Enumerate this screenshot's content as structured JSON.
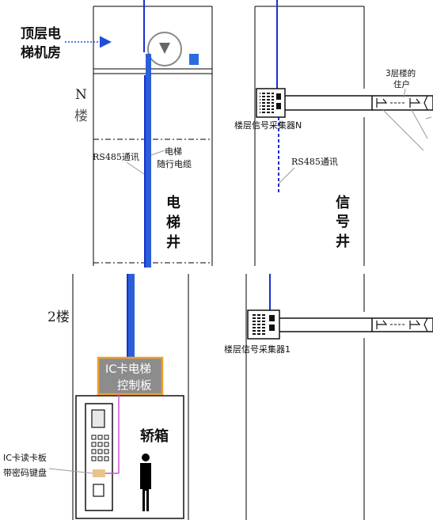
{
  "labels": {
    "machine_room": [
      "顶层电",
      "梯机房"
    ],
    "floor_n": [
      "N",
      "楼"
    ],
    "rs485_left": "RS485通讯",
    "traveling_cable": [
      "电梯",
      "随行电缆"
    ],
    "elevator_shaft": [
      "电",
      "梯",
      "井"
    ],
    "resident_3f": [
      "3层楼的",
      "住户"
    ],
    "collector_n": "楼层信号采集器N",
    "rs485_right": "RS485通讯",
    "signal_shaft": [
      "信",
      "号",
      "井"
    ],
    "floor_2": "2楼",
    "collector_1": "楼层信号采集器1",
    "control_board": [
      "IC卡电梯",
      "控制板"
    ],
    "car": "轿箱",
    "reader": [
      "IC卡读卡板",
      "带密码键盘"
    ]
  },
  "colors": {
    "cable_blue": "#2b5fd9",
    "signal_blue": "#1a2fd0",
    "board_fill": "#8c8c8c",
    "board_border": "#f0a030",
    "keypad_wire": "#d24fd8",
    "reader_fill": "#e8c48a",
    "arrow_blue": "#1f4fd6"
  },
  "icons": [
    "pulley-icon",
    "counterweight-icon",
    "collector-device-icon",
    "breaker-symbol-icon",
    "person-icon",
    "keypad-panel-icon"
  ]
}
